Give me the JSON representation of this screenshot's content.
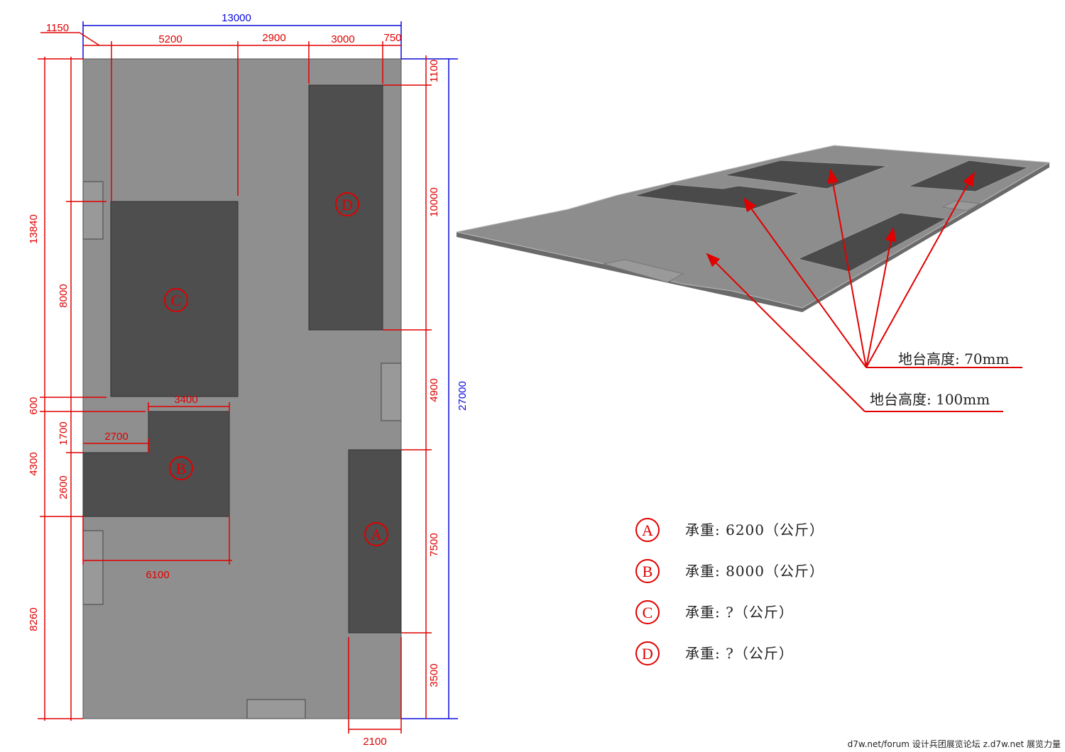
{
  "plan": {
    "total_width": "13000",
    "total_depth": "27000",
    "top_dims": [
      "1150",
      "5200",
      "2900",
      "3000",
      "750"
    ],
    "right_dims": [
      "1100",
      "10000",
      "4900",
      "7500",
      "3500"
    ],
    "left_dims": [
      "13840",
      "8000",
      "600",
      "4300",
      "1700",
      "2600",
      "8260"
    ],
    "inner_dims": [
      "3400",
      "2700",
      "6100"
    ],
    "bottom_dim": "2100"
  },
  "platforms": [
    {
      "id": "A",
      "label": "A"
    },
    {
      "id": "B",
      "label": "B"
    },
    {
      "id": "C",
      "label": "C"
    },
    {
      "id": "D",
      "label": "D"
    }
  ],
  "perspective": {
    "height_70": "地台高度: 70mm",
    "height_100": "地台高度: 100mm"
  },
  "legend": [
    {
      "mark": "A",
      "text": "承重: 6200（公斤）"
    },
    {
      "mark": "B",
      "text": "承重: 8000（公斤）"
    },
    {
      "mark": "C",
      "text": "承重: ?（公斤）"
    },
    {
      "mark": "D",
      "text": "承重: ?（公斤）"
    }
  ],
  "watermark": "d7w.net/forum 设计兵团展览论坛   z.d7w.net 展览力量",
  "colors": {
    "floor": "#8f8f8f",
    "platform": "#4e4e4e",
    "dim_red": "#e00000",
    "dim_blue": "#0a0adc"
  }
}
